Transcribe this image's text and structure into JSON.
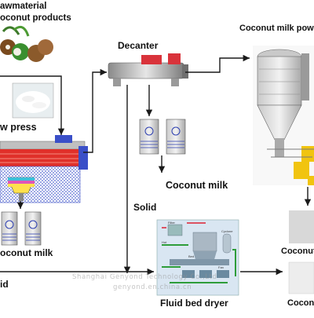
{
  "labels": {
    "raw_material_line1": "awmaterial",
    "raw_material_line2": "oconut products",
    "decanter": "Decanter",
    "powder_plant": "Coconut milk pow",
    "screw_press": "w press",
    "coconut_milk_decanter": "Coconut milk",
    "coconut_milk_press": "oconut milk",
    "solid_middle": "Solid",
    "solid_left": "id",
    "fluid_bed_dryer": "Fluid bed dryer",
    "coconut_right_1": "Coconut",
    "coconut_right_2": "Cocon"
  },
  "dryer_schematic": {
    "small_labels": [
      "Filter",
      "Hot",
      "Cyclone",
      "Fan",
      "Bed"
    ]
  },
  "watermark": {
    "line1": "Shanghai Genyond Technology Co.,Ltd",
    "line2": "genyond.en.china.cn"
  },
  "colors": {
    "arrow": "#1a1a1a",
    "press_red": "#e0302a",
    "press_blue": "#3a4fc8",
    "decanter_red": "#d9333b",
    "powder_yellow": "#f1c40f",
    "dryer_bg": "#d9e6f2"
  }
}
